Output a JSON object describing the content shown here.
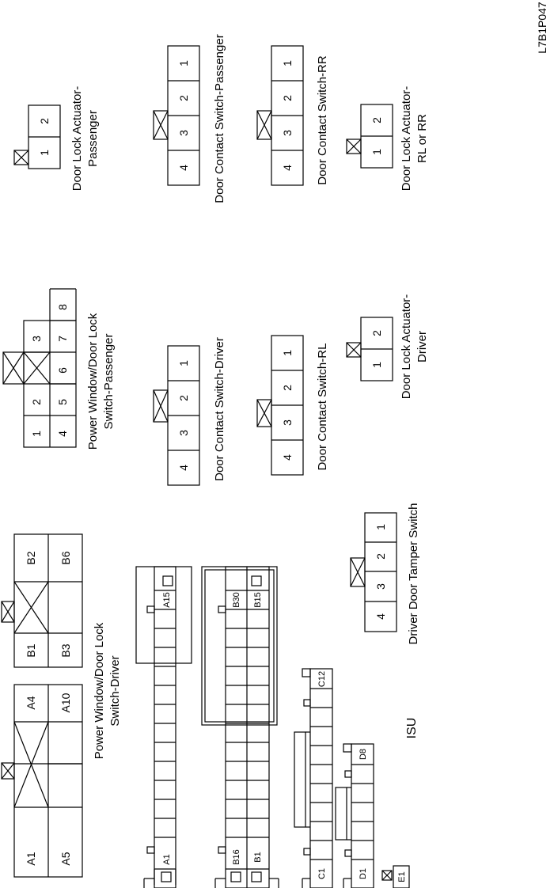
{
  "figure_code": "L7B1P047",
  "connectors": {
    "pw_driver": {
      "caption": [
        "Power Window/Door Lock",
        "Switch-Driver"
      ],
      "left_block": {
        "pins": [
          "A1",
          "A4",
          "A5",
          "A10"
        ]
      },
      "right_block": {
        "pins": [
          "B1",
          "B2",
          "B3",
          "B6"
        ]
      }
    },
    "pw_passenger": {
      "caption": [
        "Power Window/Door Lock",
        "Switch-Passenger"
      ],
      "pins": [
        "1",
        "2",
        "3",
        "4",
        "5",
        "6",
        "7",
        "8"
      ]
    },
    "dlock_passenger": {
      "caption": [
        "Door Lock Actuator-",
        "Passenger"
      ],
      "pins": [
        "1",
        "2"
      ]
    },
    "dcontact_passenger": {
      "caption": [
        "Door Contact Switch-Passenger"
      ],
      "pins": [
        "4",
        "3",
        "2",
        "1"
      ]
    },
    "dcontact_driver": {
      "caption": [
        "Door Contact Switch-Driver"
      ],
      "pins": [
        "4",
        "3",
        "2",
        "1"
      ]
    },
    "dcontact_rr": {
      "caption": [
        "Door Contact Switch-RR"
      ],
      "pins": [
        "4",
        "3",
        "2",
        "1"
      ]
    },
    "dcontact_rl": {
      "caption": [
        "Door Contact Switch-RL"
      ],
      "pins": [
        "4",
        "3",
        "2",
        "1"
      ]
    },
    "dlock_rlrr": {
      "caption": [
        "Door Lock Actuator-",
        "RL or RR"
      ],
      "pins": [
        "1",
        "2"
      ]
    },
    "dlock_driver": {
      "caption": [
        "Door Lock Actuator-",
        "Driver"
      ],
      "pins": [
        "1",
        "2"
      ]
    },
    "tamper": {
      "caption": [
        "Driver Door Tamper Switch"
      ],
      "pins": [
        "4",
        "3",
        "2",
        "1"
      ]
    },
    "isu": {
      "caption": [
        "ISU"
      ],
      "row_a": {
        "pins": [
          "A1",
          "A15"
        ]
      },
      "row_b": {
        "pins": [
          "B16",
          "B30",
          "B1",
          "B15"
        ]
      },
      "row_c": {
        "pins": [
          "C1",
          "C12"
        ]
      },
      "row_d": {
        "pins": [
          "D1",
          "D8"
        ]
      },
      "row_e": {
        "pins": [
          "E1"
        ]
      }
    }
  }
}
